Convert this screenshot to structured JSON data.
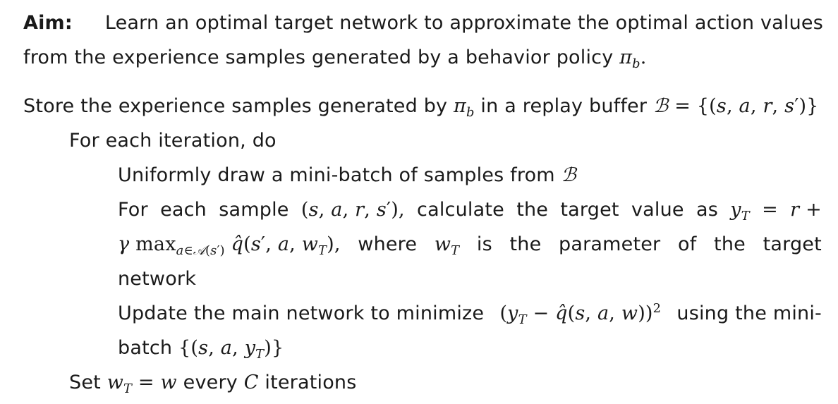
{
  "aim": {
    "label": "Aim:",
    "line1": "Learn an optimal target network to approximate the optimal action values",
    "line2": "from the experience samples generated by a behavior policy",
    "policy": "π_b",
    "period": "."
  },
  "store": {
    "text": "Store the experience samples generated by",
    "policy": "π_b",
    "mid": "in a replay buffer",
    "expr": "ℬ = {(s, a, r, s′)}"
  },
  "loop": {
    "header": "For each iteration, do",
    "step1": {
      "text": "Uniformly draw a mini-batch of samples from",
      "expr": "ℬ"
    },
    "step2": {
      "w1": "For",
      "w2": "each",
      "w3": "sample",
      "tuple": "(s, a, r, s′),",
      "w4": "calculate",
      "w5": "the",
      "w6": "target",
      "w7": "value",
      "w8": "as",
      "eq": "y_T = r +",
      "max_expr": "γ max_{a∈𝒜(s′)} q̂(s′, a, w_T),",
      "where": "where",
      "wT": "w_T",
      "is": "is",
      "the1": "the",
      "parameter": "parameter",
      "of": "of",
      "the2": "the",
      "target": "target",
      "line3": "network"
    },
    "step3": {
      "text": "Update the main network to minimize",
      "expr": "(y_T − q̂(s, a, w))²",
      "tail": "using the mini-",
      "line2_text": "batch",
      "line2_expr": "{(s, a, y_T)}"
    },
    "set": {
      "text": "Set",
      "expr": "w_T = w",
      "mid": "every",
      "C": "C",
      "tail": "iterations"
    }
  }
}
